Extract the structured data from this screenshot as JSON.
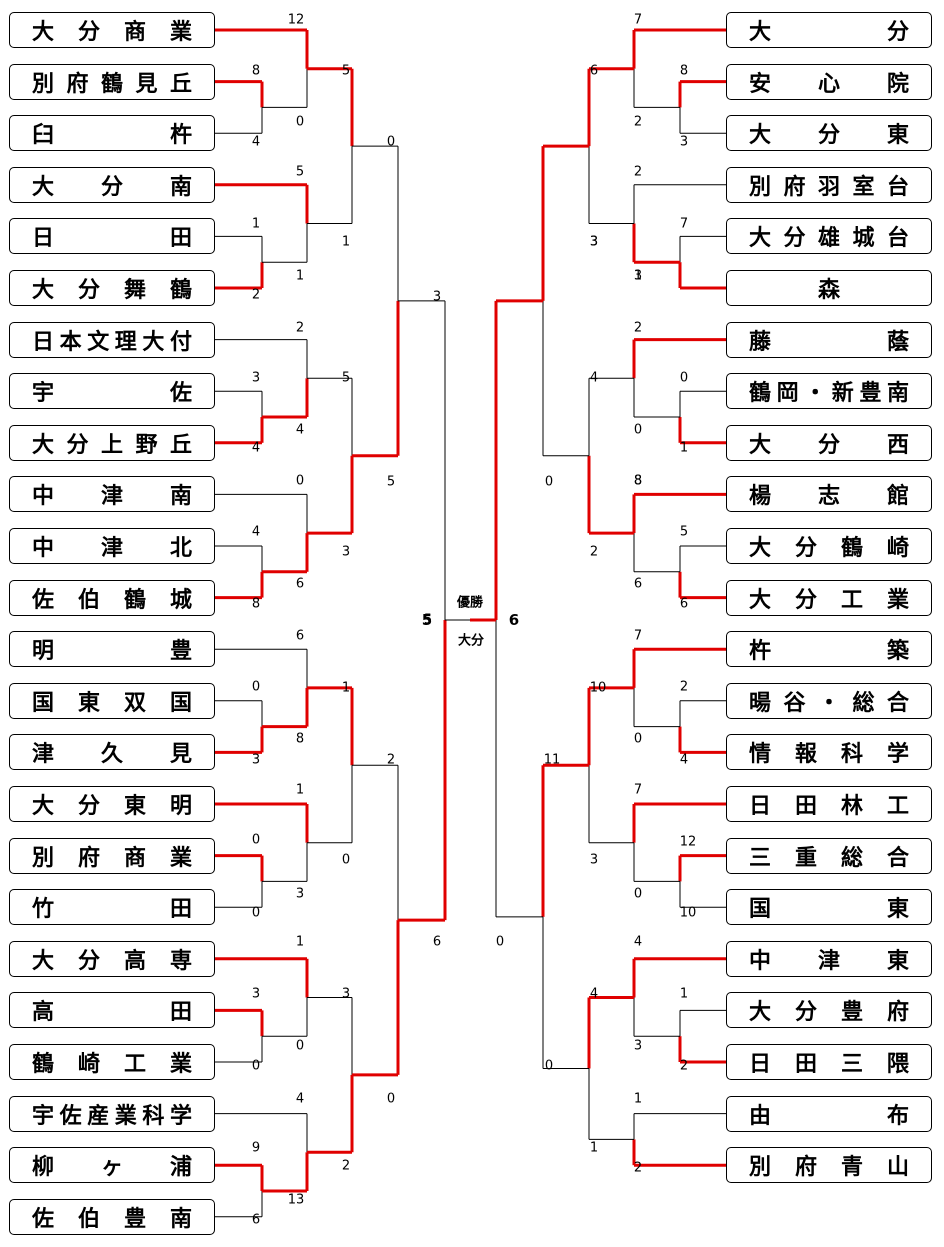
{
  "left_teams": [
    "大分商業",
    "別府鶴見丘",
    "臼杵",
    "大分南",
    "日田",
    "大分舞鶴",
    "日本文理大付",
    "宇佐",
    "大分上野丘",
    "中津南",
    "中津北",
    "佐伯鶴城",
    "明豊",
    "国東双国",
    "津久見",
    "大分東明",
    "別府商業",
    "竹田",
    "大分高専",
    "高田",
    "鶴崎工業",
    "宇佐産業科学",
    "柳ヶ浦",
    "佐伯豊南"
  ],
  "right_teams": [
    "大分",
    "安心院",
    "大分東",
    "別府羽室台",
    "大分雄城台",
    "森",
    "藤蔭",
    "鶴岡・新豊南",
    "大分西",
    "楊志館",
    "大分鶴崎",
    "大分工業",
    "杵築",
    "暘谷・総合",
    "情報科学",
    "日田林工",
    "三重総合",
    "国東",
    "中津東",
    "大分豊府",
    "日田三隈",
    "由布",
    "別府青山"
  ],
  "left_matches": [
    {
      "top": "12",
      "bot": "5"
    },
    {
      "top": "8",
      "bot": "0"
    },
    {
      "top": "0",
      "bot": "4"
    },
    {
      "top": "5",
      "bot": "1"
    },
    {
      "top": "1",
      "bot": "1"
    },
    {
      "top": "2",
      "bot": ""
    },
    {
      "top": "2",
      "bot": "5"
    },
    {
      "top": "3",
      "bot": "4"
    },
    {
      "top": "5",
      "bot": "4"
    },
    {
      "top": "0",
      "bot": "4"
    },
    {
      "top": "3",
      "bot": "6"
    },
    {
      "top": "8",
      "bot": ""
    },
    {
      "top": "5",
      "bot": "6"
    },
    {
      "top": "1",
      "bot": "0"
    },
    {
      "top": "8",
      "bot": ""
    },
    {
      "top": "2",
      "bot": "0"
    },
    {
      "top": "1",
      "bot": "0"
    },
    {
      "top": "0",
      "bot": ""
    },
    {
      "top": "1",
      "bot": "3"
    },
    {
      "top": "3",
      "bot": "0"
    },
    {
      "top": "0",
      "bot": ""
    },
    {
      "top": "4",
      "bot": "2"
    },
    {
      "top": "9",
      "bot": "13"
    },
    {
      "top": "6",
      "bot": ""
    }
  ],
  "score_labels_left": [
    "12",
    "5",
    "8",
    "0",
    "4",
    "0",
    "5",
    "1",
    "1",
    "1",
    "2",
    "3",
    "2",
    "5",
    "3",
    "4",
    "4",
    "5",
    "0",
    "3",
    "4",
    "6",
    "8",
    "5",
    "6",
    "1",
    "0",
    "8",
    "3",
    "2",
    "1",
    "0",
    "0",
    "3",
    "0",
    "6",
    "1",
    "3",
    "3",
    "0",
    "0",
    "0",
    "4",
    "9",
    "13",
    "2",
    "6"
  ],
  "score_labels_right": [
    "7",
    "6",
    "8",
    "2",
    "3",
    "2",
    "1",
    "3",
    "7",
    "3",
    "8",
    "3",
    "2",
    "4",
    "0",
    "0",
    "1",
    "0",
    "8",
    "5",
    "2",
    "6",
    "6",
    "7",
    "10",
    "2",
    "0",
    "4",
    "11",
    "7",
    "3",
    "12",
    "0",
    "10",
    "0",
    "4",
    "4",
    "1",
    "3",
    "2",
    "0",
    "1",
    "1",
    "2"
  ],
  "final": {
    "left_score": "5",
    "right_score": "6",
    "label": "優勝",
    "winner": "大分"
  },
  "colors": {
    "win_line": "#e00000",
    "lose_line": "#000000"
  }
}
